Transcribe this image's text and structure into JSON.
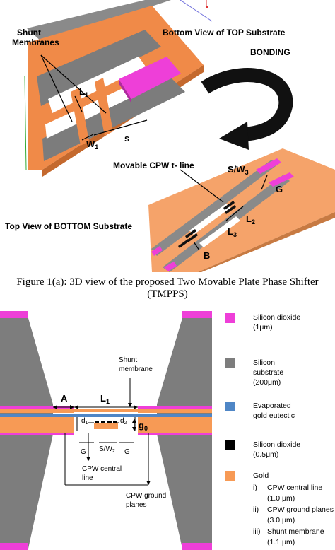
{
  "figure1": {
    "labels": {
      "shunt_line1": "Shunt",
      "shunt_line2": "Membranes",
      "bottom_view": "Bottom View of TOP Substrate",
      "bonding": "BONDING",
      "movable": "Movable CPW t- line",
      "top_view": "Top View of BOTTOM Substrate",
      "L1": "L",
      "L1_sub": "1",
      "W1": "W",
      "W1_sub": "1",
      "s": "s",
      "SW3": "S/W",
      "SW3_sub": "3",
      "G": "G",
      "L2": "L",
      "L2_sub": "2",
      "L3": "L",
      "L3_sub": "3",
      "B": "B"
    },
    "caption_line1": "Figure 1(a): 3D view of the proposed Two Movable Plate Phase Shifter",
    "caption_line2": "(TMPPS)"
  },
  "figure2": {
    "labels": {
      "shunt_line1": "Shunt",
      "shunt_line2": "membrane",
      "A": "A",
      "L1": "L",
      "L1_sub": "1",
      "d1": "d",
      "d1_sub": "1",
      "d2": "d",
      "d2_sub": "2",
      "g0": "g",
      "g0_sub": "0",
      "G_left": "G",
      "SW2": "S/W",
      "SW2_sub": "2",
      "G_right": "G",
      "cpw_central_1": "CPW central",
      "cpw_central_2": "line",
      "cpw_ground_1": "CPW ground",
      "cpw_ground_2": "planes"
    },
    "legend": [
      {
        "color": "#ee3fd8",
        "line1": "Silicon dioxide",
        "line2": "(1μm)"
      },
      {
        "color": "#7d7d7d",
        "line1": "Silicon",
        "line2": "substrate",
        "line3": "(200μm)"
      },
      {
        "color": "#4f86c6",
        "line1": "Evaporated",
        "line2": "gold eutectic"
      },
      {
        "color": "#000000",
        "line1": "Silicon dioxide",
        "line2": "(0.5μm)"
      },
      {
        "color": "#f79a55",
        "line1": "Gold"
      }
    ],
    "gold_items": [
      {
        "num": "i)",
        "line1": "CPW central line",
        "line2": "(1.0 μm)"
      },
      {
        "num": "ii)",
        "line1": "CPW ground planes",
        "line2": "(3.0 μm)"
      },
      {
        "num": "iii)",
        "line1": "Shunt membrane",
        "line2": "(1.1 μm)"
      }
    ]
  },
  "colors": {
    "gold": "#f79a55",
    "silicon": "#7d7d7d",
    "oxide": "#ee3fd8",
    "eutectic": "#4f86c6",
    "oxide_thin": "#000000"
  }
}
